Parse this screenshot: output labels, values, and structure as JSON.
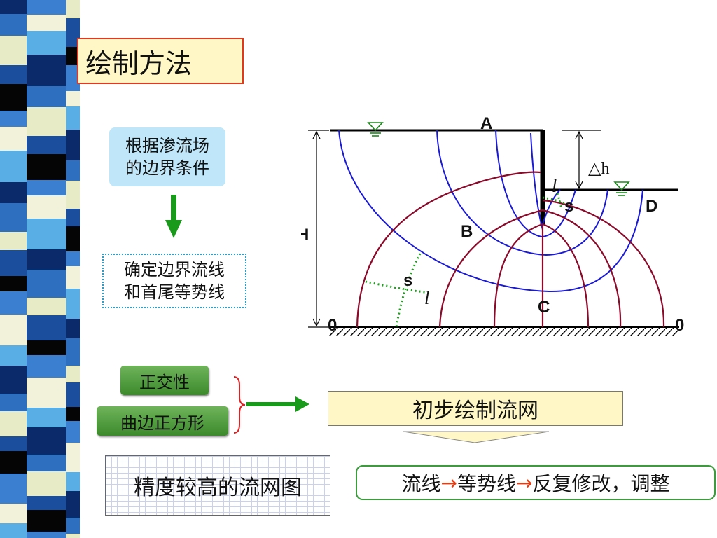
{
  "title": "绘制方法",
  "steps": {
    "boundary_conditions": [
      "根据渗流场",
      "的边界条件"
    ],
    "determine_lines": [
      "确定边界流线",
      "和首尾等势线"
    ],
    "orthogonality": "正交性",
    "curvilinear_square": "曲边正方形",
    "initial_draw": "初步绘制流网",
    "final_result": "精度较高的流网图",
    "iteration": {
      "part1": "流线",
      "arrow1": "→",
      "part2": "等势线",
      "arrow2": "→",
      "part3": "反复修改，调整"
    }
  },
  "diagram": {
    "label_A": "A",
    "label_B": "B",
    "label_C": "C",
    "label_D": "D",
    "label_H": "H",
    "label_dh": "△h",
    "label_s1": "s",
    "label_s2": "s",
    "label_l1": "l",
    "label_l2": "l",
    "label_0_left": "0",
    "label_0_right": "0",
    "colors": {
      "streamline": "#1a1ad6",
      "equipotential": "#8b0a2a",
      "square_dots": "#1aa01a",
      "wall": "#000000",
      "water_mark": "#1a8a1a"
    }
  },
  "colors": {
    "title_border": "#e03a1a",
    "title_fill": "#fff8c6",
    "arrow_green": "#1a9a1a",
    "brace_red": "#e02020"
  }
}
